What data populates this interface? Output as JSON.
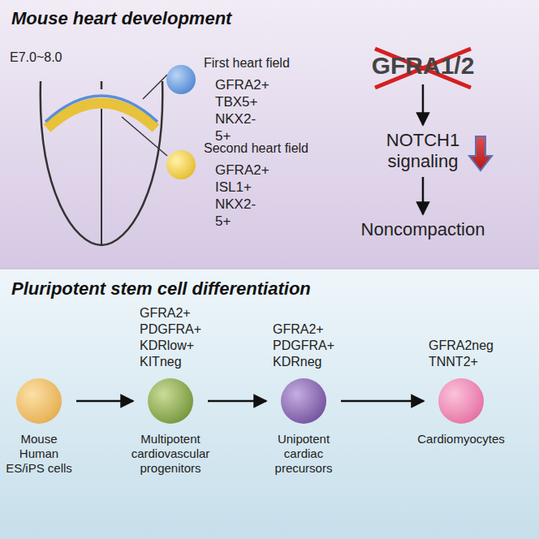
{
  "diagram": {
    "nodes": [
      {
        "text": [
          "Mouse heart development"
        ]
      },
      {
        "text": [
          "First heart field",
          "GFRA2+ TBX5+ NKX2-5+"
        ],
        "in": 0
      },
      {
        "text": [
          "Second heart field",
          "GFRA2+ ISL1+ NKX2-5+"
        ],
        "in": 0
      },
      {
        "text": [
          "GFRA1/2"
        ],
        "in": 0
      },
      {
        "text": [
          "NOTCH1 signaling"
        ],
        "in": 0
      },
      {
        "text": [
          "Noncompaction"
        ],
        "in": 0
      },
      {
        "text": [
          "Pluripotent stem cell differentiation"
        ]
      },
      {
        "text": [
          "Mouse Human ES/iPS cells"
        ],
        "in": 6
      },
      {
        "text": [
          "GFRA2+ PDGFRA+ KDRlow+ KITneg",
          "Multipotent cardiovascular progenitors"
        ],
        "in": 6
      },
      {
        "text": [
          "GFRA2+ PDGFRA+ KDRneg",
          "Unipotent cardiac precursors"
        ],
        "in": 6
      },
      {
        "text": [
          "GFRA2neg TNNT2+",
          "Cardiomyocytes"
        ],
        "in": 6
      }
    ],
    "edges": [
      {
        "from": 3,
        "to": 4,
        "arrow": "to"
      },
      {
        "from": 4,
        "to": 5,
        "arrow": "to"
      },
      {
        "from": 7,
        "to": 8,
        "arrow": "to"
      },
      {
        "from": 8,
        "to": 9,
        "arrow": "to"
      },
      {
        "from": 9,
        "to": 10,
        "arrow": "to"
      }
    ],
    "labels": [
      "E7.0~8.0"
    ]
  }
}
